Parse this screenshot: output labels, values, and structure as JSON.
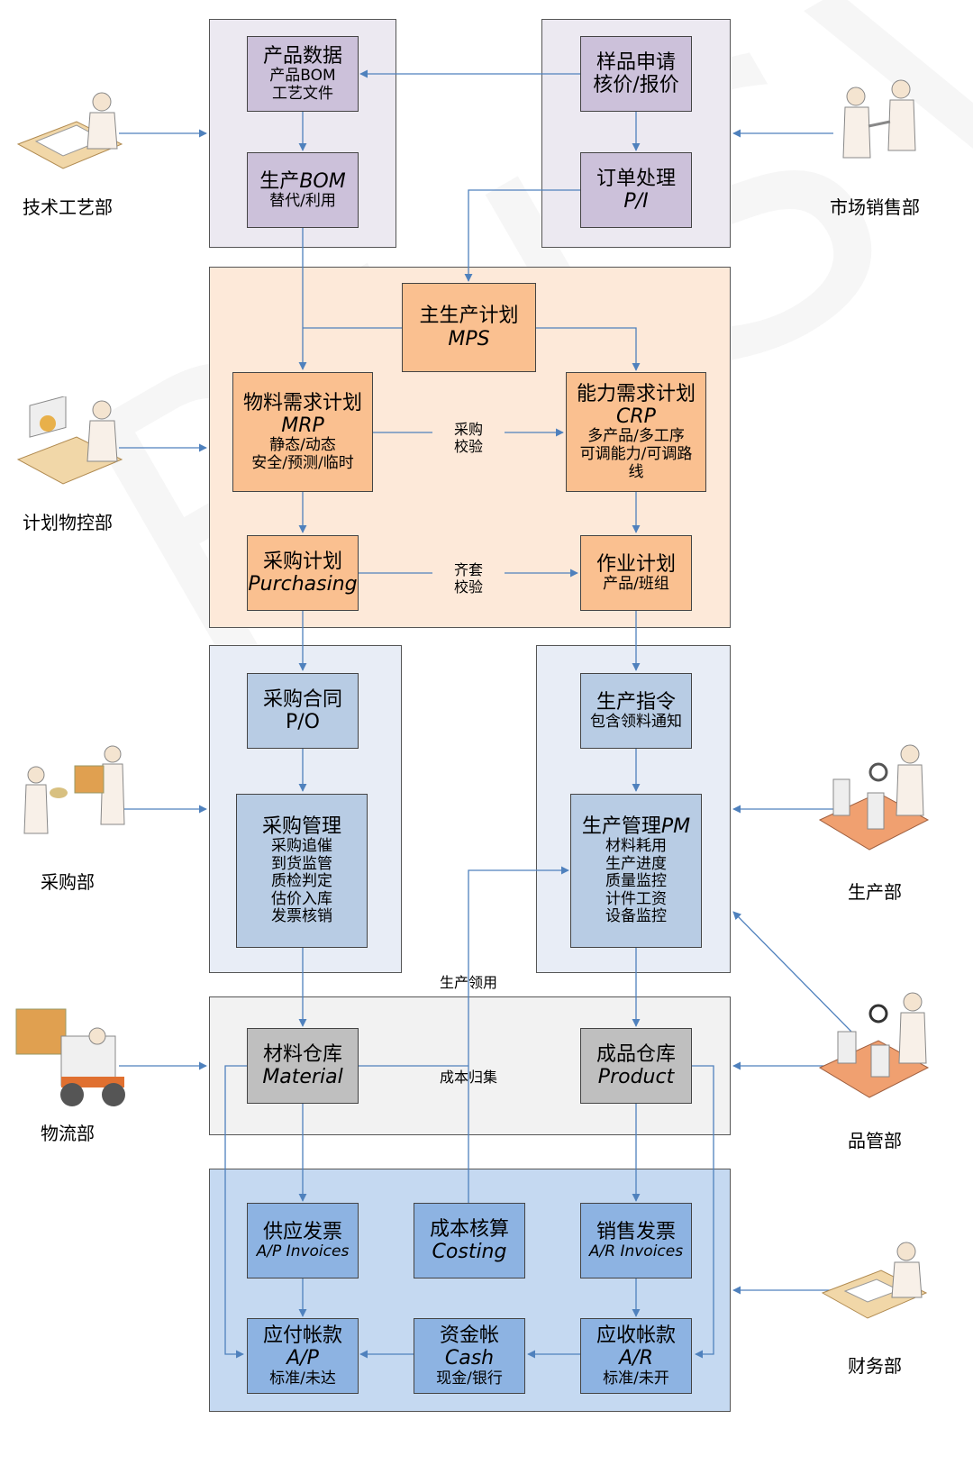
{
  "colors": {
    "purple_bg": "#ece9f1",
    "purple_box": "#ccc1da",
    "orange_bg": "#fde9d9",
    "orange_box": "#fac090",
    "blue_bg": "#e8edf6",
    "blue_box": "#b8cce4",
    "gray_bg": "#f2f2f2",
    "gray_box": "#bfbfbf",
    "fin_bg": "#c5d9f1",
    "fin_box": "#8db3e2",
    "arrow": "#4f81bd"
  },
  "watermark": "RUSVO",
  "boxes": {
    "product_data": {
      "title": "产品数据",
      "l2": "产品BOM",
      "l3": "工艺文件"
    },
    "sample": {
      "title": "样品申请",
      "l2": "核价/报价"
    },
    "prod_bom": {
      "title": "生产",
      "title_it": "BOM",
      "l2": "替代/利用"
    },
    "order": {
      "title": "订单处理",
      "l2": "P/I"
    },
    "mps": {
      "title": "主生产计划",
      "l2": "MPS"
    },
    "mrp": {
      "title": "物料需求计划",
      "l2": "MRP",
      "l3": "静态/动态",
      "l4": "安全/预测/临时"
    },
    "crp": {
      "title": "能力需求计划",
      "l2": "CRP",
      "l3": "多产品/多工序",
      "l4": "可调能力/可调路",
      "l5": "线"
    },
    "purchasing": {
      "title": "采购计划",
      "l2": "Purchasing"
    },
    "job_plan": {
      "title": "作业计划",
      "l2": "产品/班组"
    },
    "po": {
      "title": "采购合同",
      "l2": "P/O"
    },
    "prod_order": {
      "title": "生产指令",
      "l2": "包含领料通知"
    },
    "purch_mgmt": {
      "title": "采购管理",
      "items": [
        "采购追催",
        "到货监管",
        "质检判定",
        "估价入库",
        "发票核销"
      ]
    },
    "prod_mgmt": {
      "title": "生产管理",
      "title_it": "PM",
      "items": [
        "材料耗用",
        "生产进度",
        "质量监控",
        "计件工资",
        "设备监控"
      ]
    },
    "material": {
      "title": "材料仓库",
      "l2": "Material"
    },
    "product": {
      "title": "成品仓库",
      "l2": "Product"
    },
    "ap_inv": {
      "title": "供应发票",
      "l2": "A/P Invoices"
    },
    "costing": {
      "title": "成本核算",
      "l2": "Costing"
    },
    "ar_inv": {
      "title": "销售发票",
      "l2": "A/R Invoices"
    },
    "ap": {
      "title": "应付帐款",
      "l2": "A/P",
      "l3": "标准/未达"
    },
    "cash": {
      "title": "资金帐",
      "l2": "Cash",
      "l3": "现金/银行"
    },
    "ar": {
      "title": "应收帐款",
      "l2": "A/R",
      "l3": "标准/未开"
    }
  },
  "labels": {
    "check1_a": "采购",
    "check1_b": "校验",
    "check2_a": "齐套",
    "check2_b": "校验",
    "prod_use": "生产领用",
    "cost_collect": "成本归集"
  },
  "departments": {
    "tech": "技术工艺部",
    "sales": "市场销售部",
    "plan": "计划物控部",
    "purchase": "采购部",
    "production": "生产部",
    "logistics": "物流部",
    "quality": "品管部",
    "finance": "财务部"
  }
}
